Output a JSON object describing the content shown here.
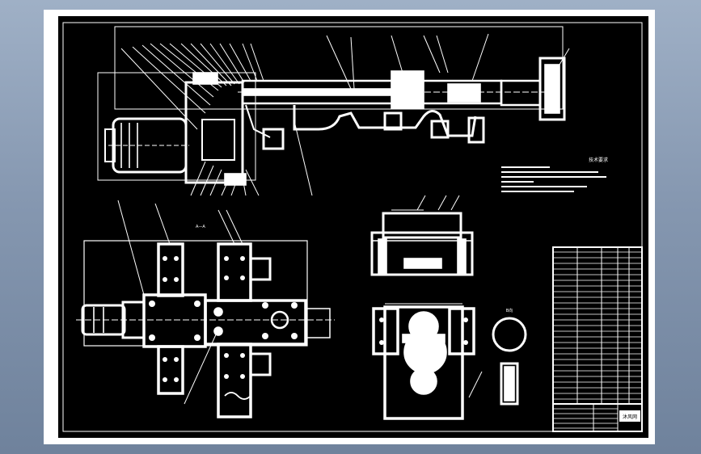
{
  "drawing": {
    "background": "#000000",
    "line_color": "#ffffff",
    "sheet_color": "#ffffff"
  },
  "annotations": {
    "notes_title": "技术要求",
    "front_section_label": "A—A",
    "side_view_label": "B向"
  },
  "title_block": {
    "logo_text": "沐风网"
  }
}
